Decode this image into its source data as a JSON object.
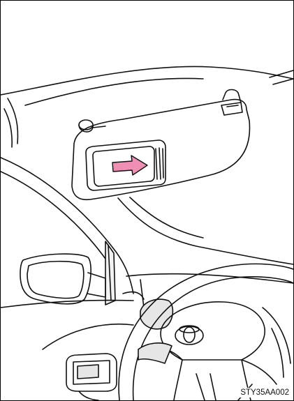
{
  "figure": {
    "reference_code": "STY35AA002",
    "arrow_color": "#ef8fb4",
    "line_color": "#111111",
    "shade_color": "#e6e6e6",
    "icons": [
      "sun-visor",
      "vanity-mirror",
      "slide-arrow-icon",
      "side-mirror",
      "steering-wheel",
      "toyota-emblem-icon",
      "door-handle"
    ]
  }
}
